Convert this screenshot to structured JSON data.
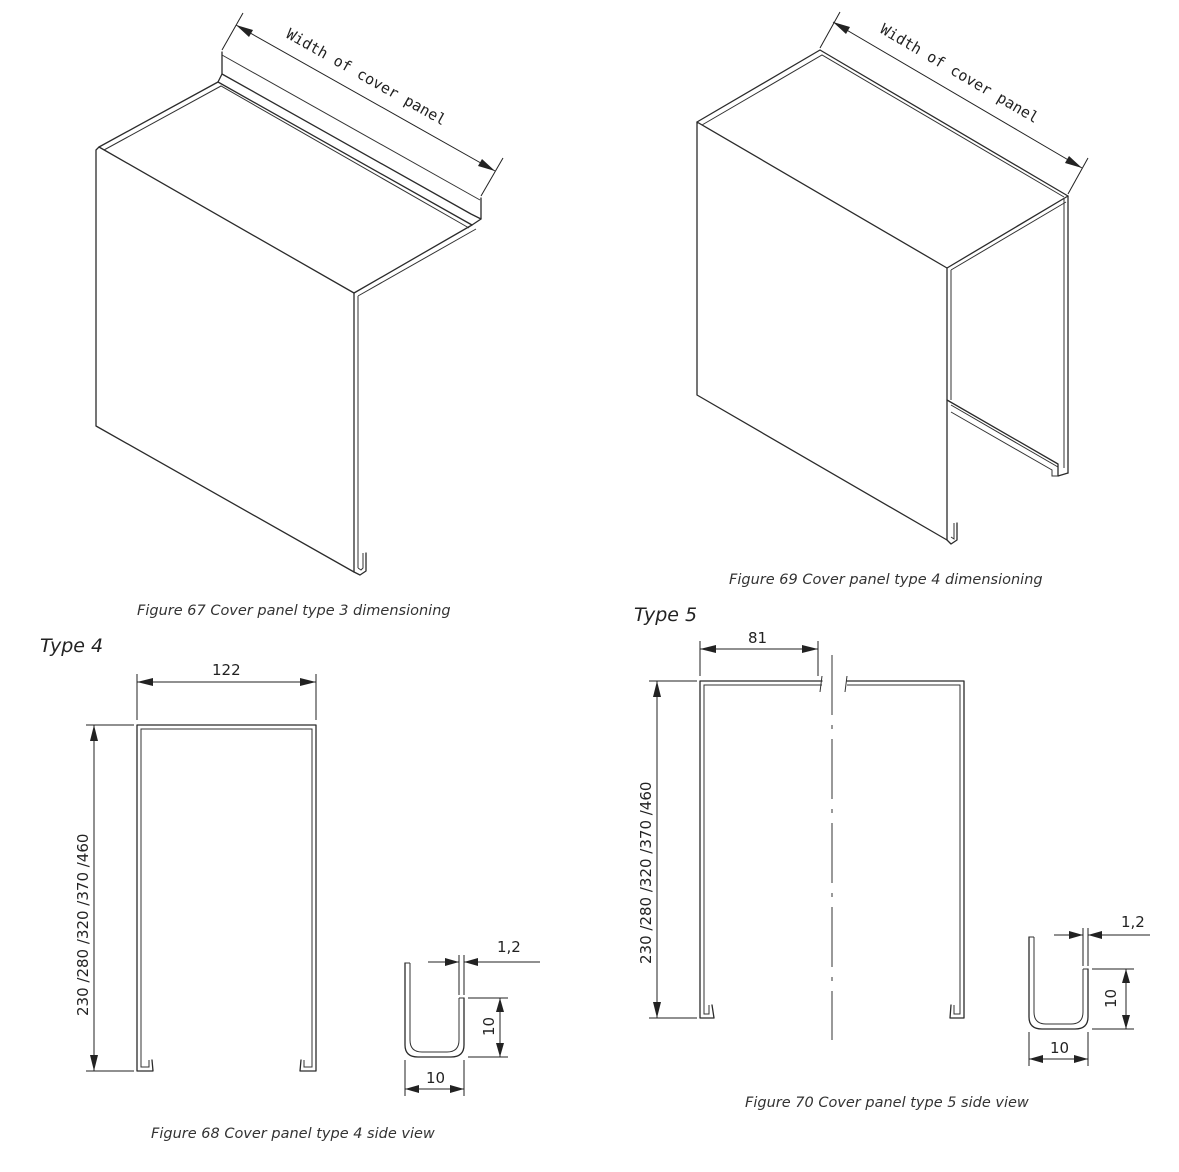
{
  "figures": {
    "fig67": {
      "caption": "Figure 67 Cover panel type 3 dimensioning",
      "dimension_label": "Width of cover panel"
    },
    "fig69": {
      "caption": "Figure 69 Cover panel type 4 dimensioning",
      "dimension_label": "Width of cover panel"
    },
    "fig68": {
      "title": "Type 4",
      "caption": "Figure 68 Cover panel type 4 side view",
      "width_dim": "122",
      "height_dim": "230  /280  /320  /370  /460",
      "detail": {
        "thickness": "1,2",
        "hook_height": "10",
        "hook_width": "10"
      }
    },
    "fig70": {
      "title": "Type 5",
      "caption": "Figure 70 Cover panel type 5 side view",
      "width_dim": "81",
      "height_dim": "230  /280  /320  /370  /460",
      "detail": {
        "thickness": "1,2",
        "hook_height": "10",
        "hook_width": "10"
      }
    }
  }
}
